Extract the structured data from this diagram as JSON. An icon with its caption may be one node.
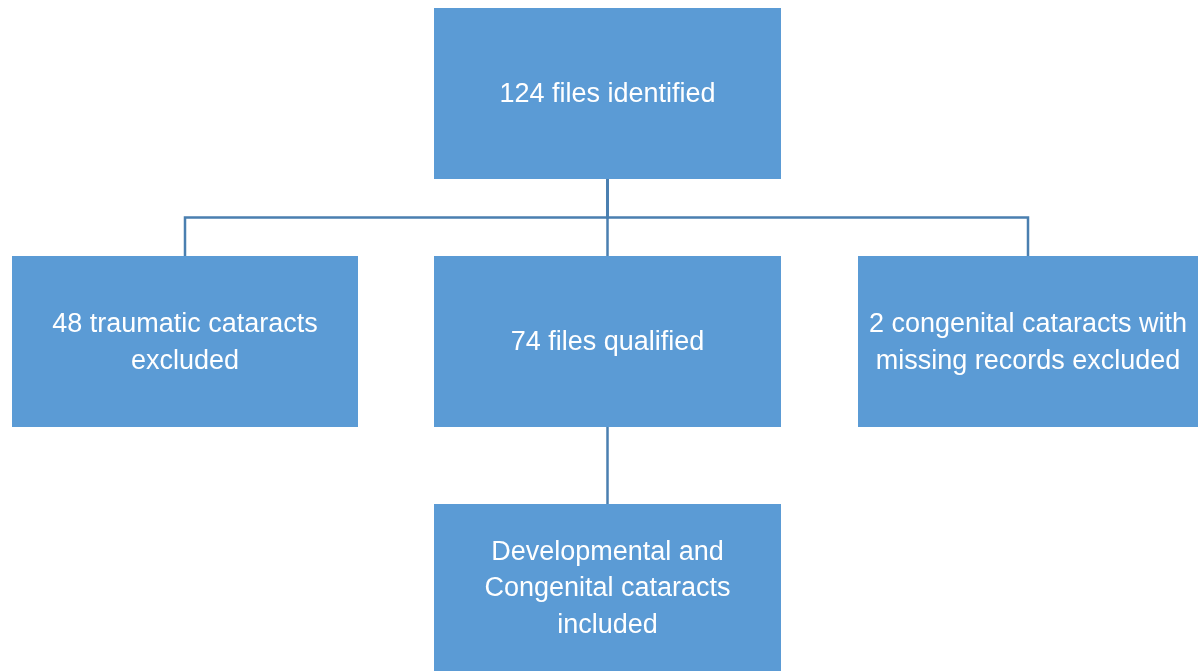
{
  "diagram": {
    "nodes": [
      {
        "text": [
          "124 files identified"
        ]
      },
      {
        "text": [
          "48 traumatic cataracts excluded"
        ]
      },
      {
        "text": [
          "74 files qualified"
        ]
      },
      {
        "text": [
          "2 congenital cataracts with missing records excluded"
        ]
      },
      {
        "text": [
          "Developmental and Congenital cataracts included"
        ]
      }
    ],
    "edges": [
      {
        "from": 0,
        "to": 1,
        "arrow": "none"
      },
      {
        "from": 0,
        "to": 2,
        "arrow": "none"
      },
      {
        "from": 0,
        "to": 3,
        "arrow": "none"
      },
      {
        "from": 2,
        "to": 4,
        "arrow": "none"
      }
    ]
  }
}
